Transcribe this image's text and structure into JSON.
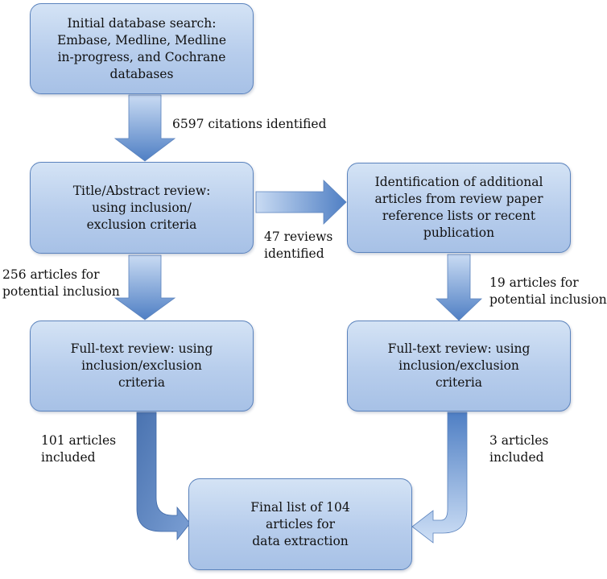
{
  "boxes": {
    "initial_search": [
      "Initial database search:",
      "Embase, Medline, Medline",
      "in-progress, and Cochrane",
      "databases"
    ],
    "title_abstract": [
      "Title/Abstract review:",
      "using inclusion/",
      "exclusion criteria"
    ],
    "additional": [
      "Identification of additional",
      "articles from review paper",
      "reference lists or recent",
      "publication"
    ],
    "fulltext_left": [
      "Full-text review: using",
      "inclusion/exclusion",
      "criteria"
    ],
    "fulltext_right": [
      "Full-text review: using",
      "inclusion/exclusion",
      "criteria"
    ],
    "final": [
      "Final list of 104",
      "articles for",
      "data extraction"
    ]
  },
  "labels": {
    "citations": [
      "6597 citations identified"
    ],
    "reviews": [
      "47 reviews",
      "identified"
    ],
    "potential_left": [
      "256 articles for",
      "potential inclusion"
    ],
    "potential_right": [
      "19 articles for",
      "potential inclusion"
    ],
    "included_left": [
      "101 articles",
      "included"
    ],
    "included_right": [
      "3 articles",
      "included"
    ]
  },
  "colors": {
    "box_top": "#d4e3f5",
    "box_bottom": "#a7c1e6",
    "box_border": "#5b83bd",
    "arrow_light": "#c9dbf3",
    "arrow_dark": "#4f7fc4"
  }
}
